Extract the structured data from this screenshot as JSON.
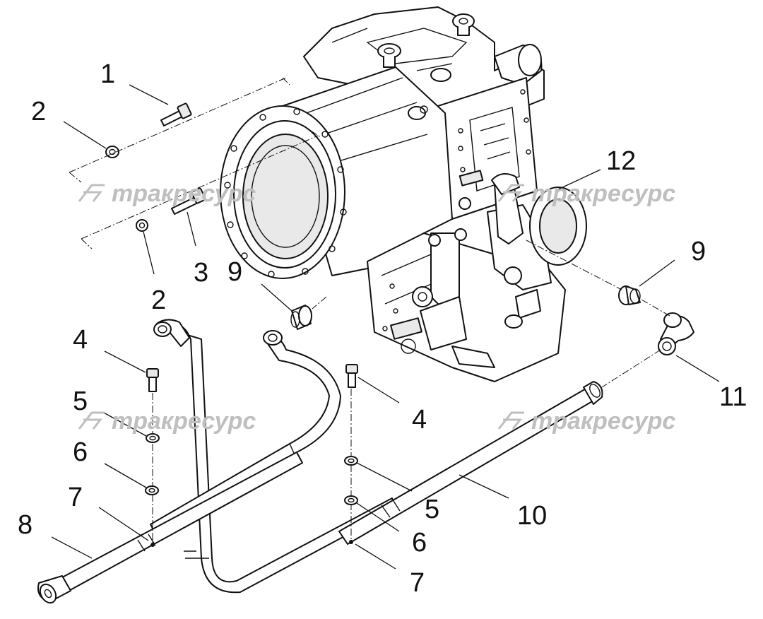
{
  "callouts": [
    {
      "id": "c1",
      "text": "1"
    },
    {
      "id": "c2a",
      "text": "2"
    },
    {
      "id": "c2b",
      "text": "2"
    },
    {
      "id": "c3",
      "text": "3"
    },
    {
      "id": "c4a",
      "text": "4"
    },
    {
      "id": "c4b",
      "text": "4"
    },
    {
      "id": "c5a",
      "text": "5"
    },
    {
      "id": "c5b",
      "text": "5"
    },
    {
      "id": "c6a",
      "text": "6"
    },
    {
      "id": "c6b",
      "text": "6"
    },
    {
      "id": "c7a",
      "text": "7"
    },
    {
      "id": "c7b",
      "text": "7"
    },
    {
      "id": "c8",
      "text": "8"
    },
    {
      "id": "c9a",
      "text": "9"
    },
    {
      "id": "c9b",
      "text": "9"
    },
    {
      "id": "c10",
      "text": "10"
    },
    {
      "id": "c11",
      "text": "11"
    },
    {
      "id": "c12",
      "text": "12"
    }
  ],
  "watermark": {
    "text": "трaкресурс",
    "color": "#bfbfbf"
  },
  "colors": {
    "line": "#111111",
    "fill": "#ffffff",
    "shade": "#e9e9e9"
  },
  "icons": [
    "watermark-logo-icon"
  ]
}
